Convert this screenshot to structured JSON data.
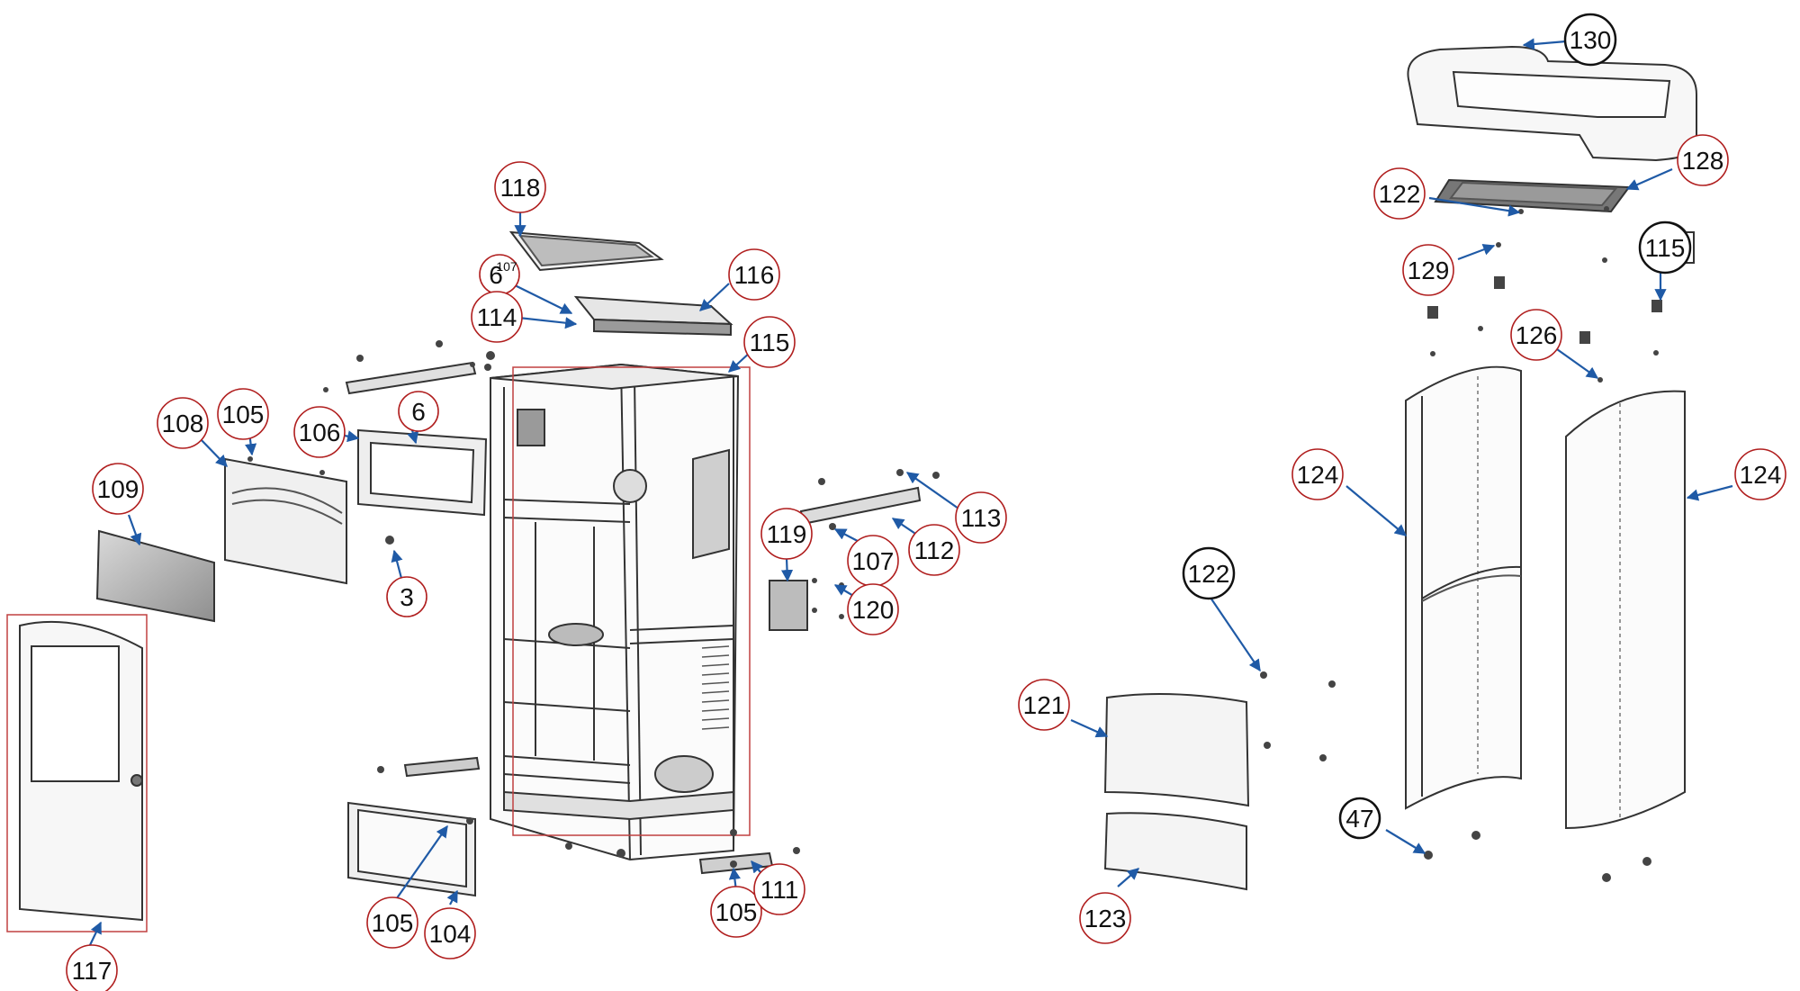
{
  "diagram": {
    "leader_color": "#1f5aa6",
    "callout_stroke": "#b01e1e",
    "left_assembly": {
      "callouts": [
        {
          "id": "c118",
          "label": "118"
        },
        {
          "id": "c6a",
          "label": "6"
        },
        {
          "id": "c107a",
          "label": "107"
        },
        {
          "id": "c116",
          "label": "116"
        },
        {
          "id": "c114",
          "label": "114"
        },
        {
          "id": "c115",
          "label": "115"
        },
        {
          "id": "c108",
          "label": "108"
        },
        {
          "id": "c105a",
          "label": "105"
        },
        {
          "id": "c106",
          "label": "106"
        },
        {
          "id": "c6b",
          "label": "6"
        },
        {
          "id": "c109",
          "label": "109"
        },
        {
          "id": "c3",
          "label": "3"
        },
        {
          "id": "c119",
          "label": "119"
        },
        {
          "id": "c113",
          "label": "113"
        },
        {
          "id": "c112",
          "label": "112"
        },
        {
          "id": "c107b",
          "label": "107"
        },
        {
          "id": "c120",
          "label": "120"
        },
        {
          "id": "c117",
          "label": "117"
        },
        {
          "id": "c105b",
          "label": "105"
        },
        {
          "id": "c104",
          "label": "104"
        },
        {
          "id": "c105c",
          "label": "105"
        },
        {
          "id": "c111",
          "label": "111"
        }
      ]
    },
    "right_assembly": {
      "callouts": [
        {
          "id": "c130",
          "label": "130"
        },
        {
          "id": "c128",
          "label": "128"
        },
        {
          "id": "c122a",
          "label": "122"
        },
        {
          "id": "c115b",
          "label": "115"
        },
        {
          "id": "c129",
          "label": "129"
        },
        {
          "id": "c126",
          "label": "126"
        },
        {
          "id": "c124a",
          "label": "124"
        },
        {
          "id": "c124b",
          "label": "124"
        },
        {
          "id": "c122b",
          "label": "122"
        },
        {
          "id": "c121",
          "label": "121"
        },
        {
          "id": "c47",
          "label": "47"
        },
        {
          "id": "c123",
          "label": "123"
        }
      ]
    }
  }
}
